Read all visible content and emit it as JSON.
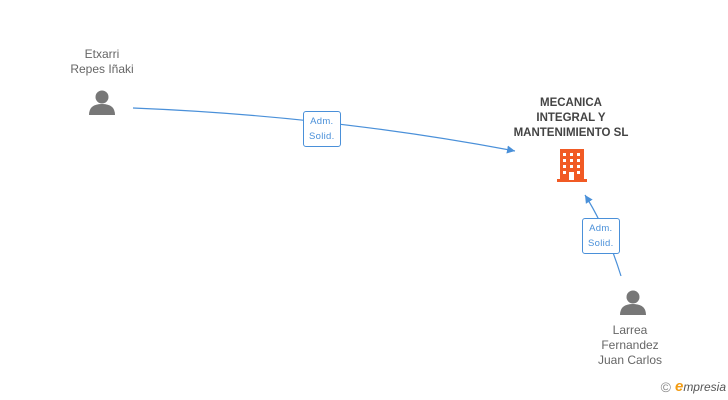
{
  "nodes": {
    "person_1": {
      "name_lines": [
        "Etxarri",
        "Repes Iñaki"
      ]
    },
    "company": {
      "name_lines": [
        "MECANICA",
        "INTEGRAL Y",
        "MANTENIMIENTO SL"
      ],
      "icon": "building-icon",
      "color": "#f15a24"
    },
    "person_2": {
      "name_lines": [
        "Larrea",
        "Fernandez",
        "Juan Carlos"
      ]
    }
  },
  "edges": [
    {
      "from": "person_1",
      "to": "company",
      "label_lines": [
        "Adm.",
        "Solid."
      ]
    },
    {
      "from": "person_2",
      "to": "company",
      "label_lines": [
        "Adm.",
        "Solid."
      ]
    }
  ],
  "colors": {
    "edge": "#4a90d9",
    "person_icon": "#777777"
  },
  "watermark": {
    "symbol": "©",
    "brand_initial": "e",
    "brand_rest": "mpresia"
  }
}
